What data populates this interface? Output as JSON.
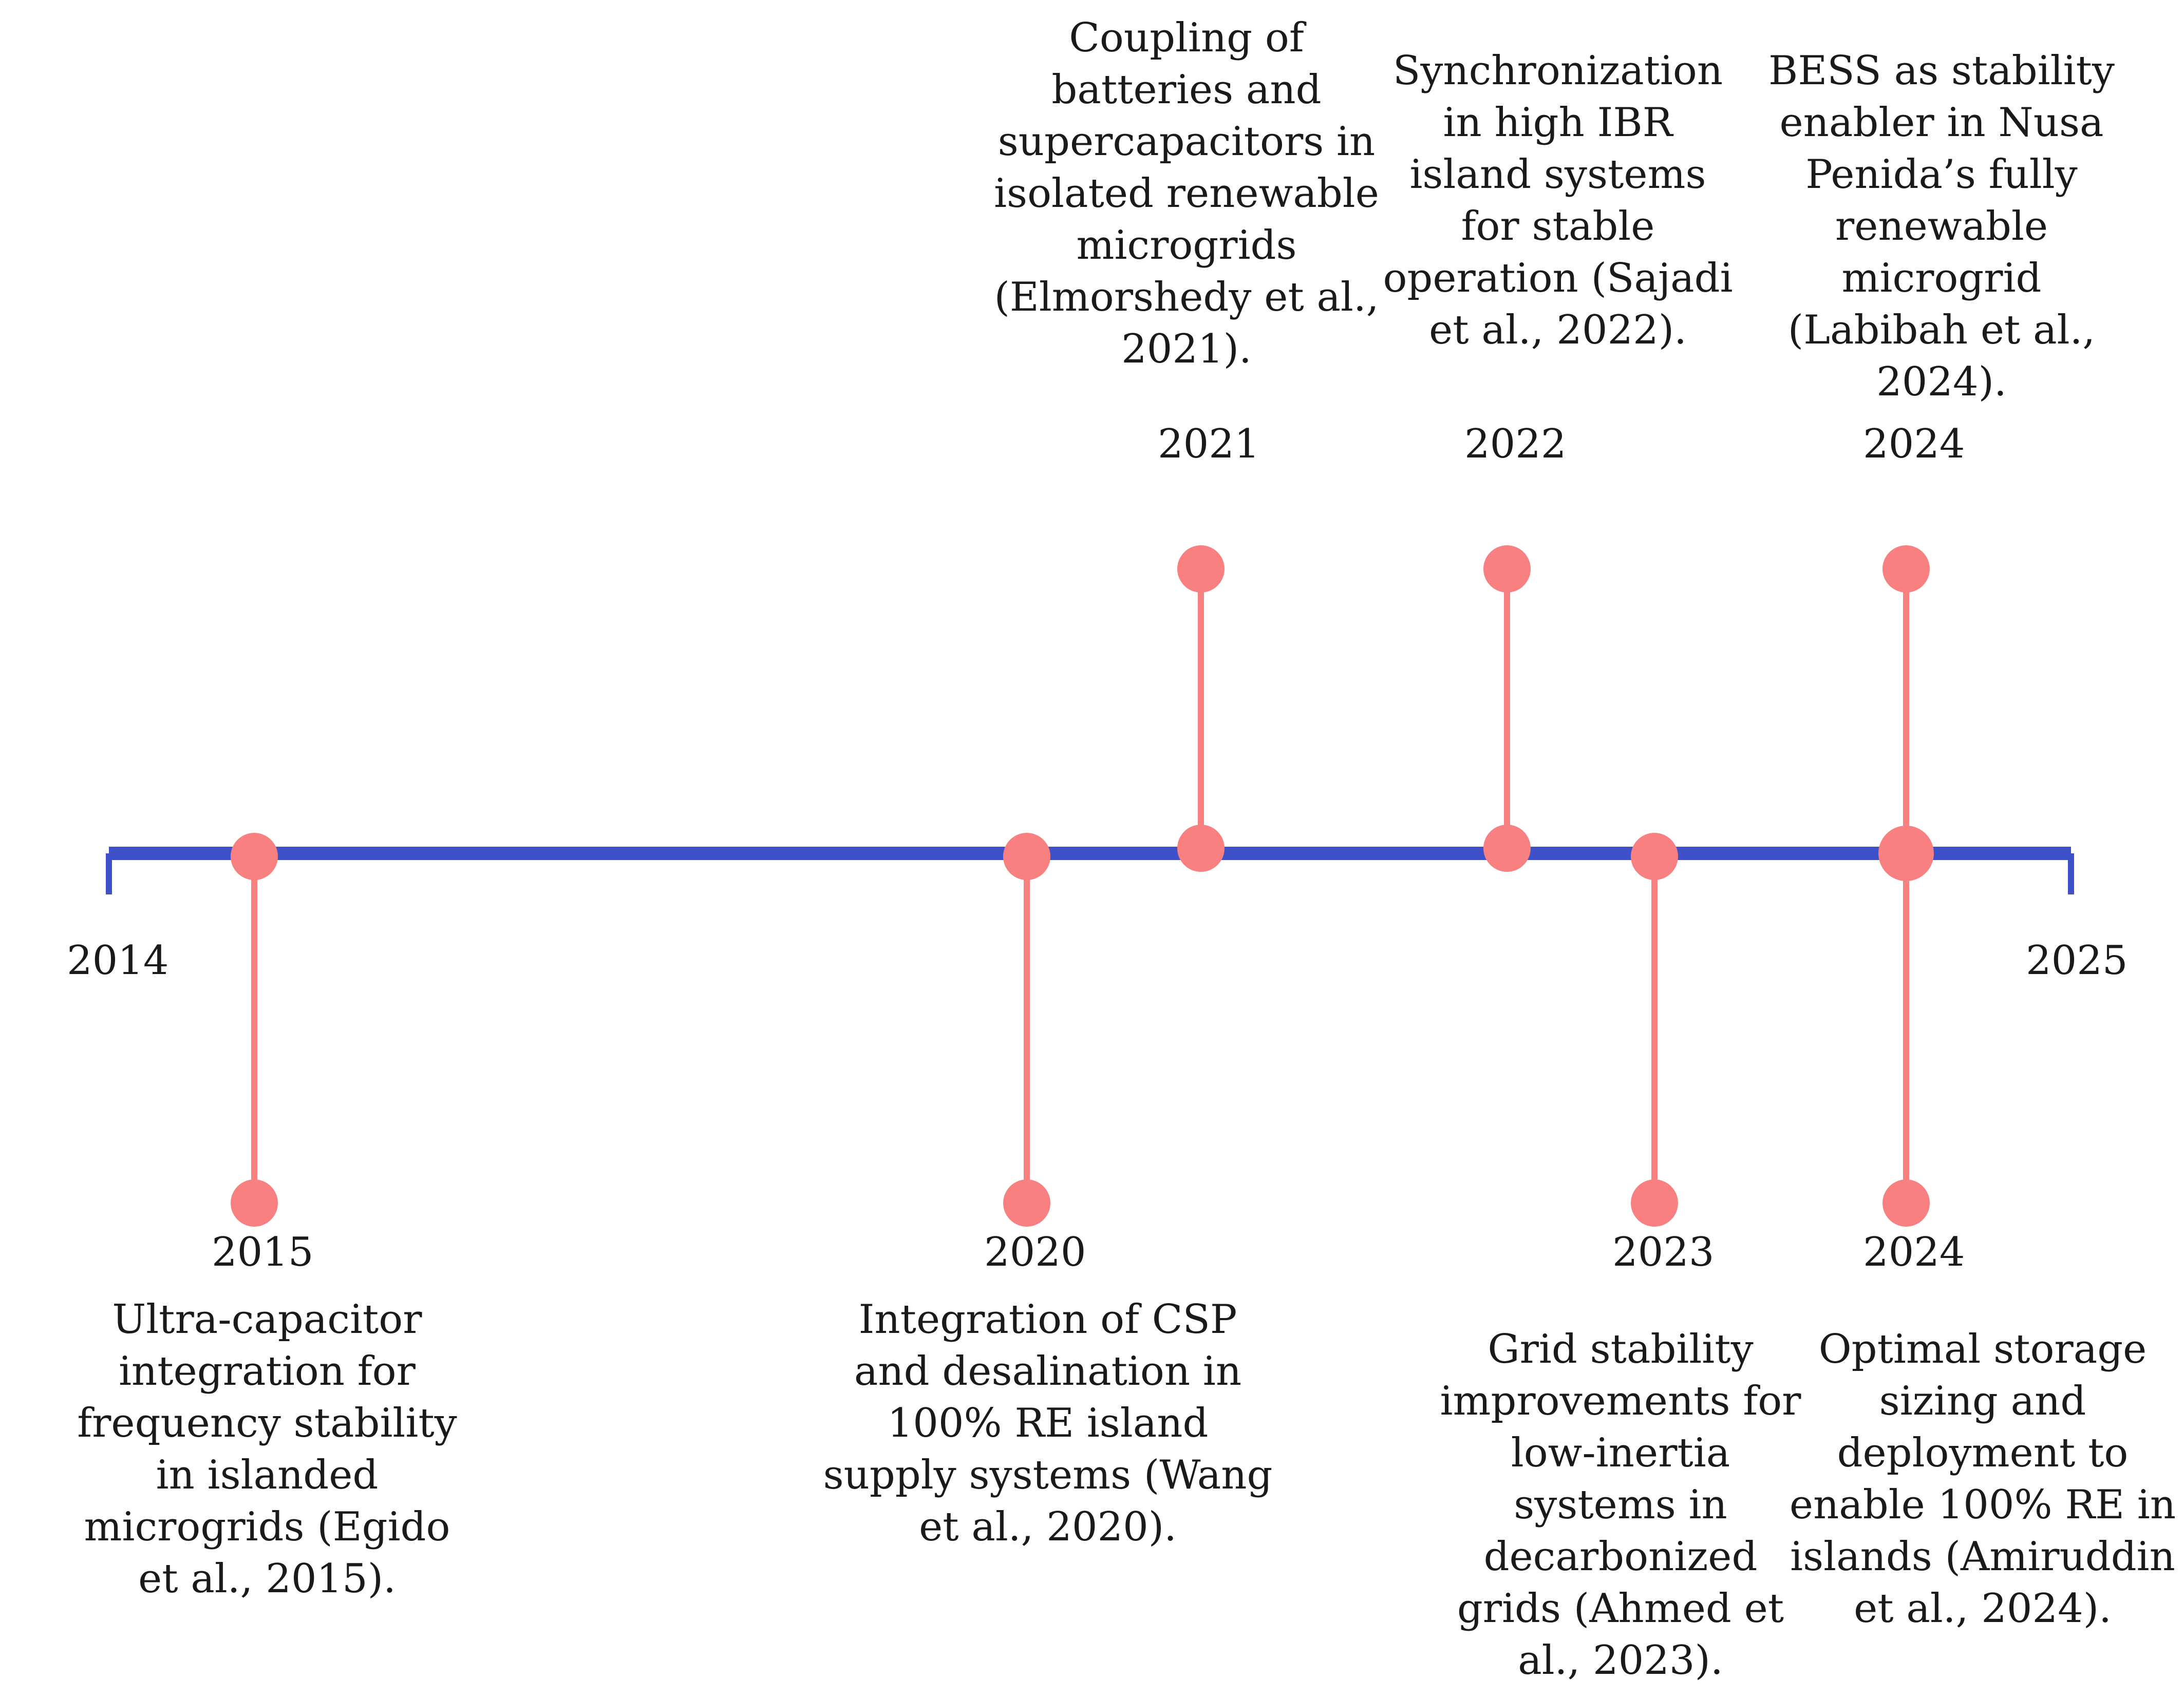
{
  "axis": {
    "start_year": "2014",
    "end_year": "2025",
    "line_color": "#3f51c8"
  },
  "marker_color": "#f88080",
  "events": [
    {
      "id": "2015",
      "year": "2015",
      "side": "below",
      "description": "Ultra-capacitor integration for frequency stability in islanded microgrids (Egido et al., 2015)."
    },
    {
      "id": "2020",
      "year": "2020",
      "side": "below",
      "description": "Integration of CSP and desalination in 100% RE island supply systems (Wang et al., 2020)."
    },
    {
      "id": "2021",
      "year": "2021",
      "side": "above",
      "description": "Coupling of batteries and supercapacitors in isolated renewable microgrids (Elmorshedy et al., 2021)."
    },
    {
      "id": "2022",
      "year": "2022",
      "side": "above",
      "description": "Synchronization in high IBR island systems for stable operation (Sajadi et al., 2022)."
    },
    {
      "id": "2023",
      "year": "2023",
      "side": "below",
      "description": "Grid stability improvements for low-inertia systems in decarbonized grids (Ahmed et al., 2023)."
    },
    {
      "id": "2024a",
      "year": "2024",
      "side": "above",
      "description": "BESS as stability enabler in Nusa Penida’s fully renewable microgrid (Labibah et al., 2024)."
    },
    {
      "id": "2024b",
      "year": "2024",
      "side": "below",
      "description": "Optimal storage sizing and deployment to enable 100% RE in islands (Amiruddin et al., 2024)."
    }
  ]
}
